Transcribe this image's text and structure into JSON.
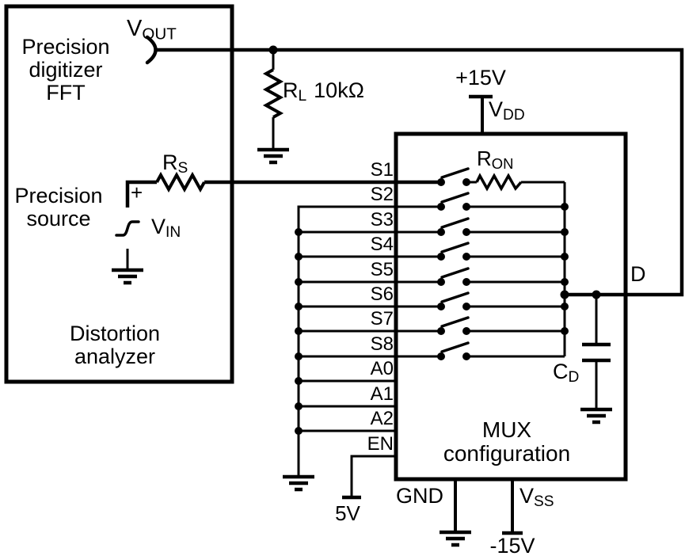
{
  "colors": {
    "ink": "#000000",
    "background": "#ffffff"
  },
  "labels": {
    "analyzer_box": {
      "digitizer": [
        "Precision",
        "digitizer",
        "FFT"
      ],
      "source": [
        "Precision",
        "source"
      ],
      "title": [
        "Distortion",
        "analyzer"
      ]
    },
    "mux_box": {
      "title": [
        "MUX",
        "configuration"
      ]
    },
    "v_out": {
      "base": "V",
      "sub": "OUT"
    },
    "v_in": {
      "base": "V",
      "sub": "IN"
    },
    "plus": "+",
    "r_s": {
      "base": "R",
      "sub": "S"
    },
    "r_l": {
      "base": "R",
      "sub": "L",
      "value": "10kΩ"
    },
    "r_on": {
      "base": "R",
      "sub": "ON"
    },
    "supply_top": "+15V",
    "v_dd": {
      "base": "V",
      "sub": "DD"
    },
    "d_pin": "D",
    "c_d": {
      "base": "C",
      "sub": "D"
    },
    "gnd": "GND",
    "v_ss": {
      "base": "V",
      "sub": "SS"
    },
    "supply_bottom": "-15V",
    "enable_supply": "5V",
    "pins": [
      "S1",
      "S2",
      "S3",
      "S4",
      "S5",
      "S6",
      "S7",
      "S8",
      "A0",
      "A1",
      "A2",
      "EN"
    ]
  }
}
